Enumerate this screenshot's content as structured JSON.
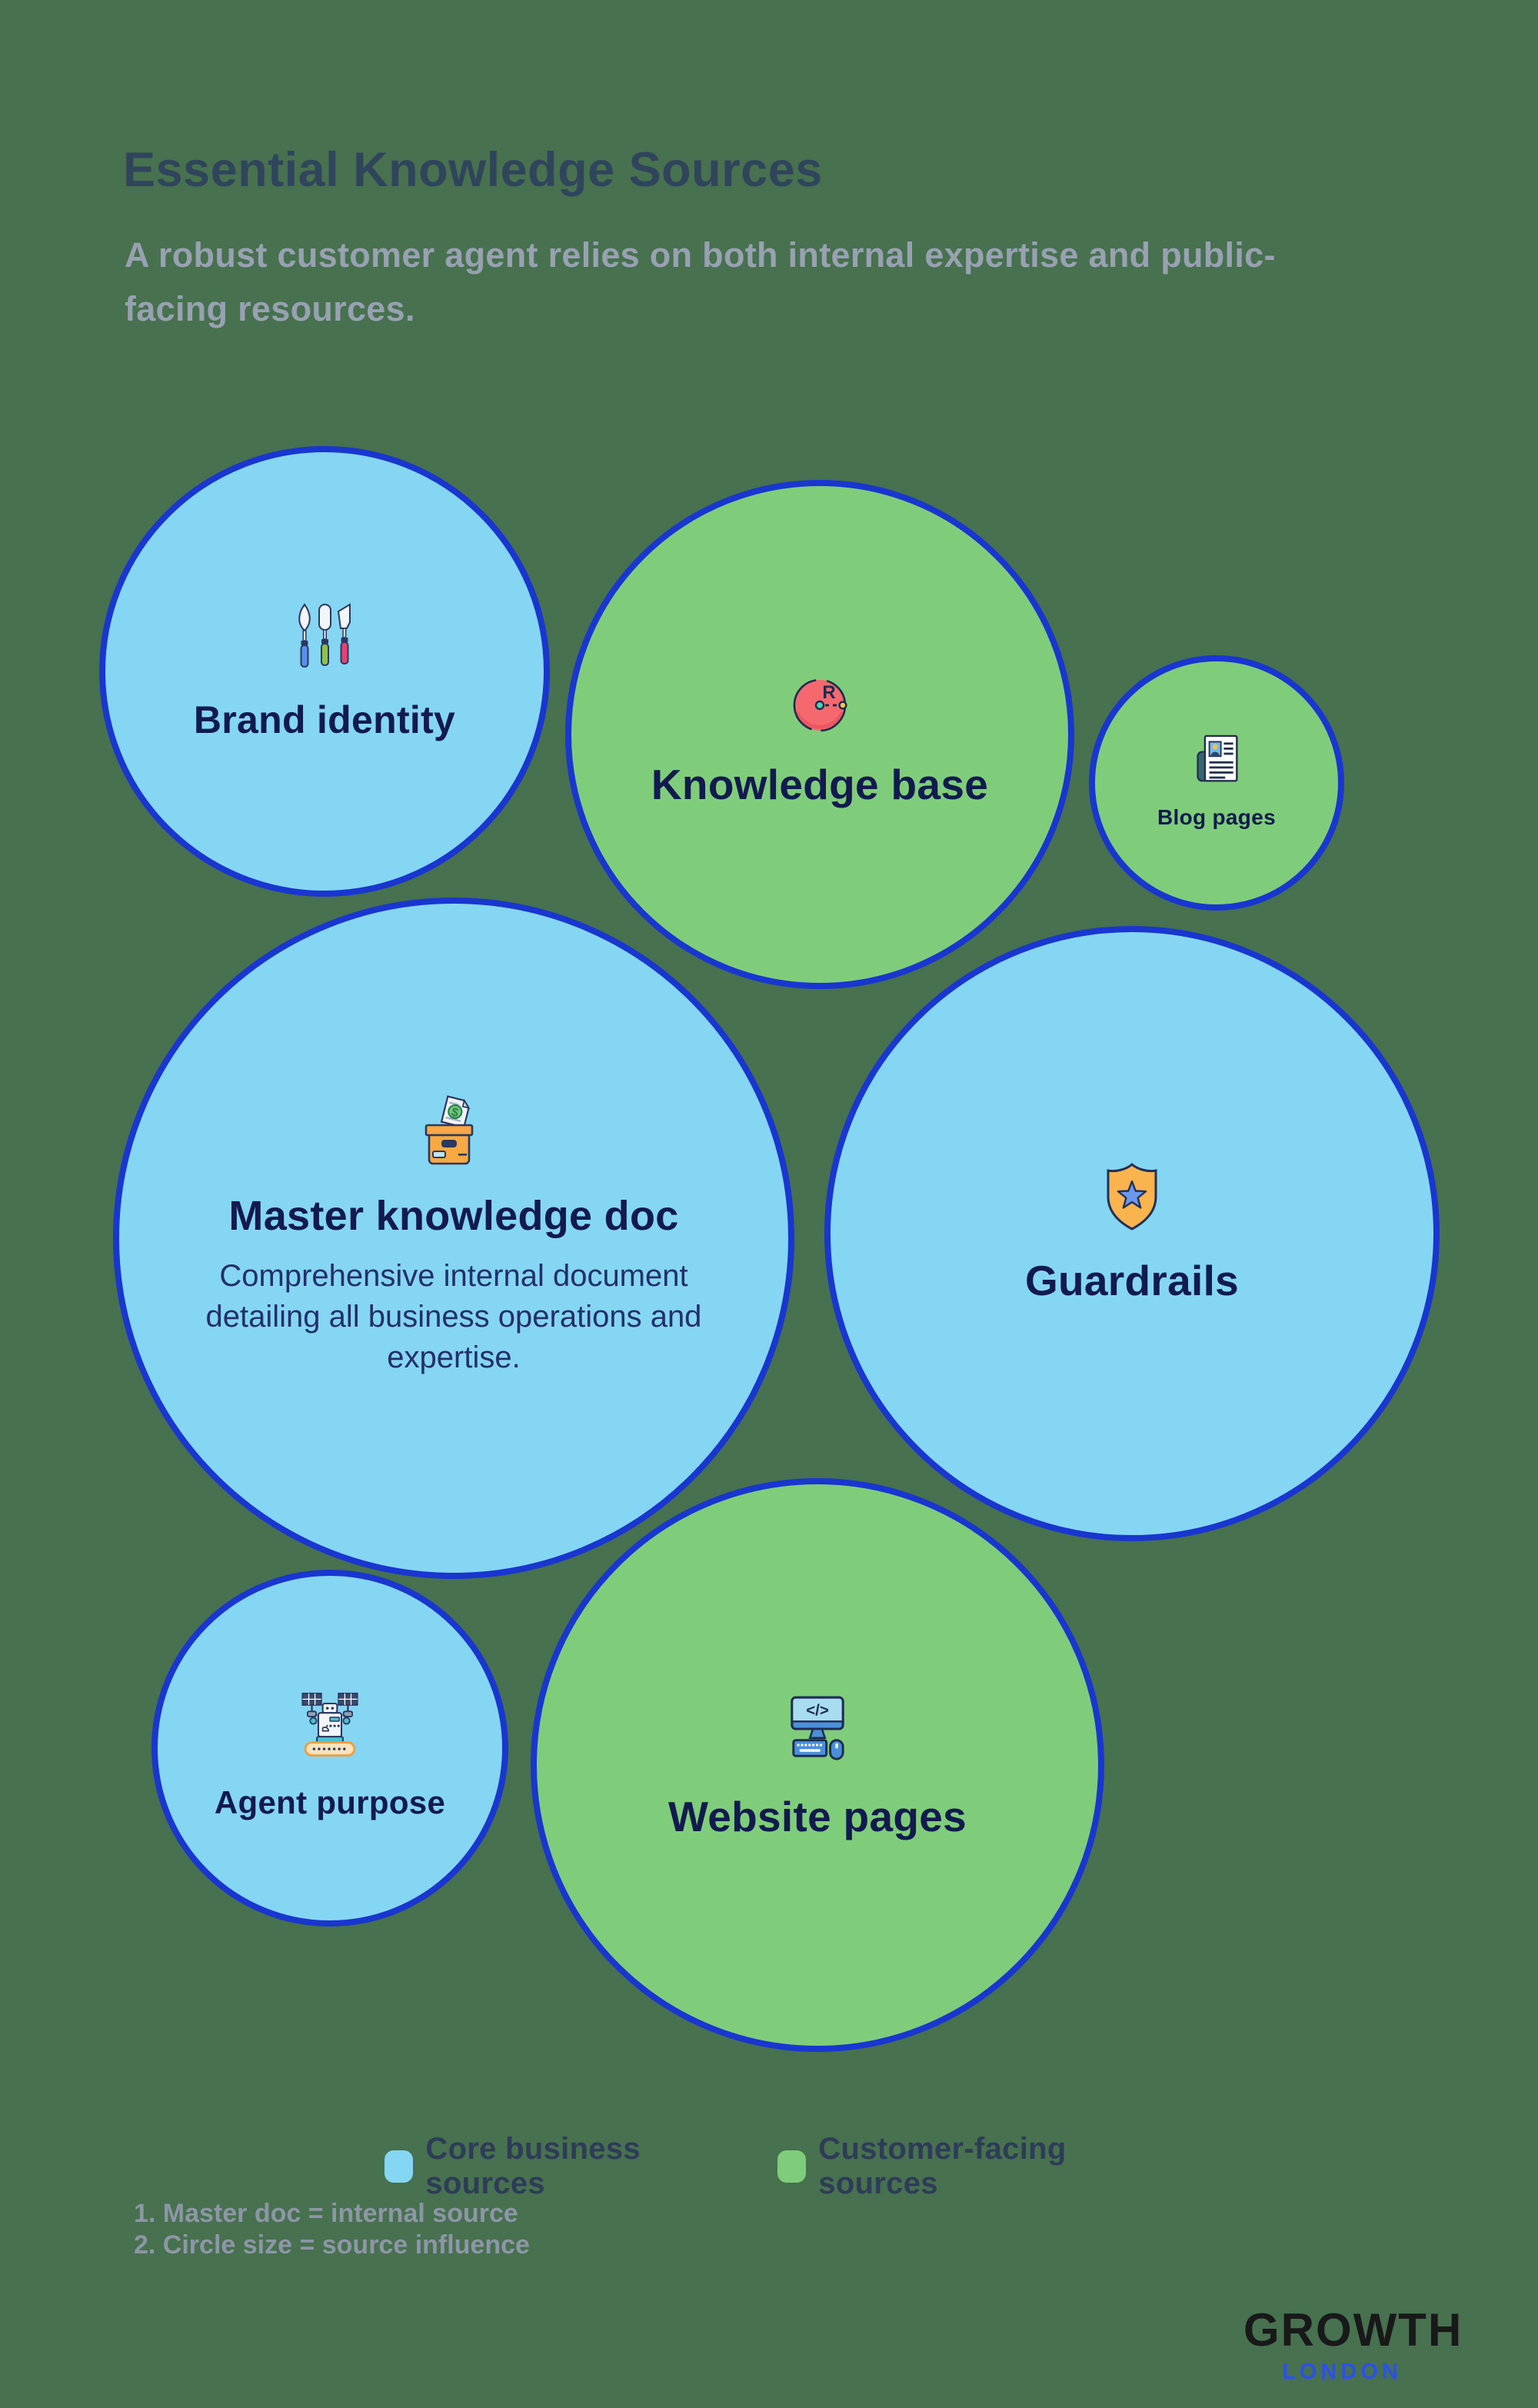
{
  "header": {
    "title": "Essential Knowledge Sources",
    "subtitle": "A robust customer agent relies on both internal expertise and public-facing resources."
  },
  "bubbles": [
    {
      "label": "Brand identity",
      "category": "Core business sources",
      "icon": "palette-knives-icon"
    },
    {
      "label": "Knowledge base",
      "category": "Customer-facing sources",
      "icon": "radius-icon",
      "icon_glyph": "R"
    },
    {
      "label": "Blog pages",
      "category": "Customer-facing sources",
      "icon": "newspaper-icon"
    },
    {
      "label": "Master knowledge doc",
      "category": "Core business sources",
      "icon": "archive-box-icon",
      "icon_glyph": "$",
      "description": "Comprehensive internal document detailing all business operations and expertise."
    },
    {
      "label": "Guardrails",
      "category": "Core business sources",
      "icon": "shield-star-icon"
    },
    {
      "label": "Agent purpose",
      "category": "Core business sources",
      "icon": "robot-icon"
    },
    {
      "label": "Website pages",
      "category": "Customer-facing sources",
      "icon": "monitor-code-icon",
      "icon_glyph": "</>"
    }
  ],
  "legend": {
    "items": [
      {
        "label": "Core business sources",
        "color": "#85d6f2"
      },
      {
        "label": "Customer-facing sources",
        "color": "#7fcd7b"
      }
    ]
  },
  "footnotes": [
    "1. Master doc = internal source",
    "2. Circle size = source influence"
  ],
  "logo": {
    "primary": "GROWTH",
    "secondary": "LONDON"
  },
  "colors": {
    "background": "#47714f",
    "core_bubble_fill": "#85d6f2",
    "customer_bubble_fill": "#7fcd7b",
    "bubble_border": "#1936d0",
    "bubble_label": "#121a4e",
    "title": "#30455c",
    "subtitle": "#98a1b1"
  }
}
